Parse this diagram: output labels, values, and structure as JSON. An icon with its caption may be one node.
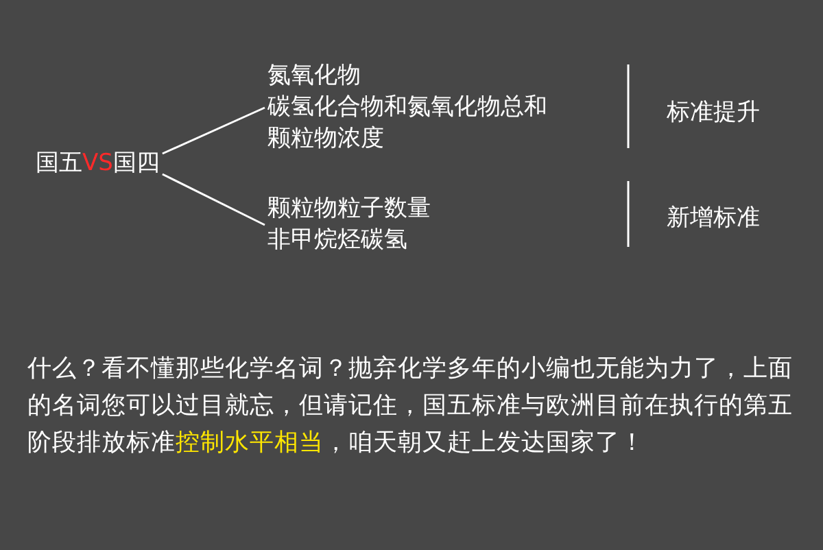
{
  "diagram": {
    "nodes": [
      {
        "text": [
          "国五**VS**国四"
        ]
      },
      {
        "text": [
          "氮氧化物",
          "碳氢化合物和氮氧化物总和",
          "颗粒物浓度"
        ]
      },
      {
        "text": [
          "颗粒物粒子数量",
          "非甲烷烃碳氢"
        ]
      }
    ],
    "edges": [
      {
        "from": 0,
        "to": 1,
        "arrow": "none"
      },
      {
        "from": 0,
        "to": 2,
        "arrow": "none"
      }
    ],
    "labels": [
      "标准提升",
      "新增标准",
      "什么？看不懂那些化学名词？抛弃化学多年的小编也无能为力了，上面的名词您可以过目就忘，但请记住，国五标准与欧洲目前在执行的第五阶段排放标准**控制水平相当**，咱天朝又赶上发达国家了！"
    ]
  }
}
